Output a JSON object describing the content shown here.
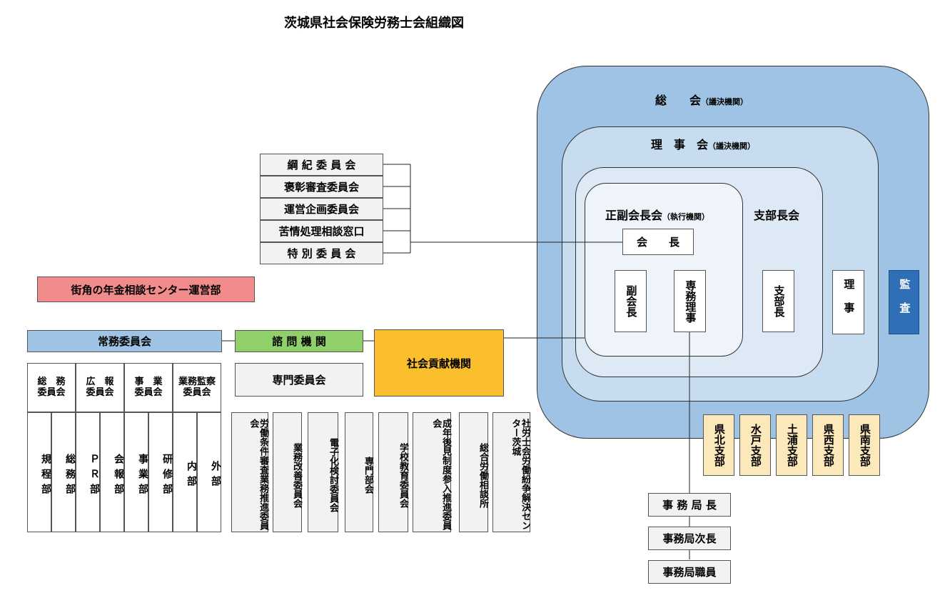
{
  "title": "茨城県社会保険労務士会組織図",
  "general_assembly": {
    "label": "総　　会",
    "note": "（議決機関）"
  },
  "board": {
    "label": "理　事　会",
    "note": "（議決機関）"
  },
  "executive": {
    "label": "正副会長会",
    "note": "（執行機関）"
  },
  "branch_heads_meeting": "支部長会",
  "president": "会　　長",
  "vice_president": "副会長",
  "executive_director": "専務理事",
  "branch_head": "支部長",
  "director": "理事",
  "auditor": "監査",
  "committees": [
    "綱 紀 委 員 会",
    "褒彰審査委員会",
    "運営企画委員会",
    "苦情処理相談窓口",
    "特 別 委 員 会"
  ],
  "pension_center": "街角の年金相談センター運営部",
  "standing_committee": "常務委員会",
  "standing_subcommittees": [
    {
      "label": "総　務\n委員会",
      "depts": [
        "規程部",
        "総務部"
      ]
    },
    {
      "label": "広　報\n委員会",
      "depts": [
        "ＰＲ部",
        "会報部"
      ]
    },
    {
      "label": "事　業\n委員会",
      "depts": [
        "事業部",
        "研修部"
      ]
    },
    {
      "label": "業務監察\n委員会",
      "depts": [
        "内部",
        "外部"
      ]
    }
  ],
  "advisory": "諮 問 機 関",
  "expert_committee": "専門委員会",
  "expert_subs": [
    "労働条件審査業務推進委員会",
    "業務改善委員会",
    "電子化検討委員会",
    "専門部会"
  ],
  "social_contribution": "社会貢献機関",
  "social_subs": [
    "学校教育委員会",
    "成年後見制度参入推進委員会",
    "総合労働相談所",
    "社労士会労働紛争解決センター茨城"
  ],
  "branches": [
    "県北支部",
    "水戸支部",
    "土浦支部",
    "県西支部",
    "県南支部"
  ],
  "secretariat": [
    "事 務 局 長",
    "事務局次長",
    "事務局職員"
  ]
}
